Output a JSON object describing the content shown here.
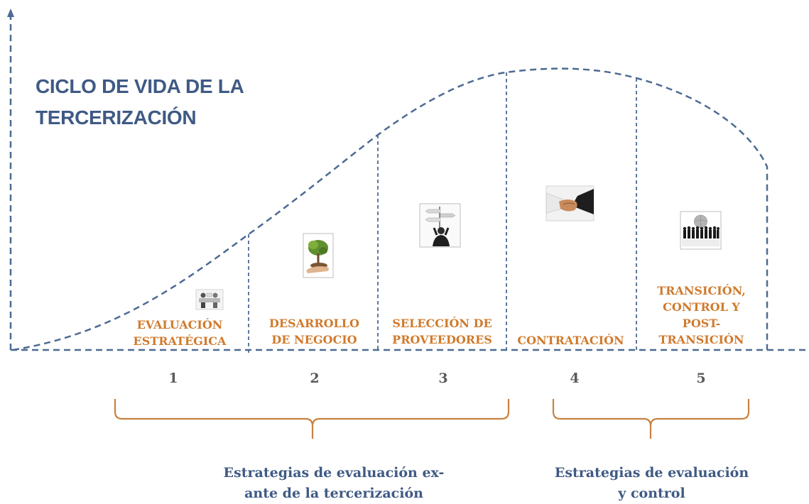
{
  "title": {
    "line1": "CICLO DE VIDA DE LA",
    "line2": "TERCERIZACIÓN"
  },
  "stages": [
    {
      "number": "1",
      "label_line1": "EVALUACIÓN",
      "label_line2": "ESTRATÉGICA",
      "icon": "meeting-icon"
    },
    {
      "number": "2",
      "label_line1": "DESARROLLO",
      "label_line2": "DE NEGOCIO",
      "icon": "plant-in-hand-icon"
    },
    {
      "number": "3",
      "label_line1": "SELECCIÓN DE",
      "label_line2": "PROVEEDORES",
      "icon": "signpost-person-icon"
    },
    {
      "number": "4",
      "label_line1": "CONTRATACIÓN",
      "icon": "handshake-icon"
    },
    {
      "number": "5",
      "label_line1": "TRANSICIÓN,",
      "label_line2": "CONTROL  Y",
      "label_line3": "POST-",
      "label_line4": "TRANSICIÓN",
      "icon": "team-globe-icon"
    }
  ],
  "groups": [
    {
      "line1": "Estrategias de evaluación  ex-",
      "line2": "ante de la tercerización"
    },
    {
      "line1": "Estrategias de evaluación",
      "line2": "y control"
    }
  ],
  "colors": {
    "blue": "#3f5a84",
    "orange": "#d07a2d",
    "gray": "#5a5a5a",
    "dash": "#4d6a93"
  }
}
